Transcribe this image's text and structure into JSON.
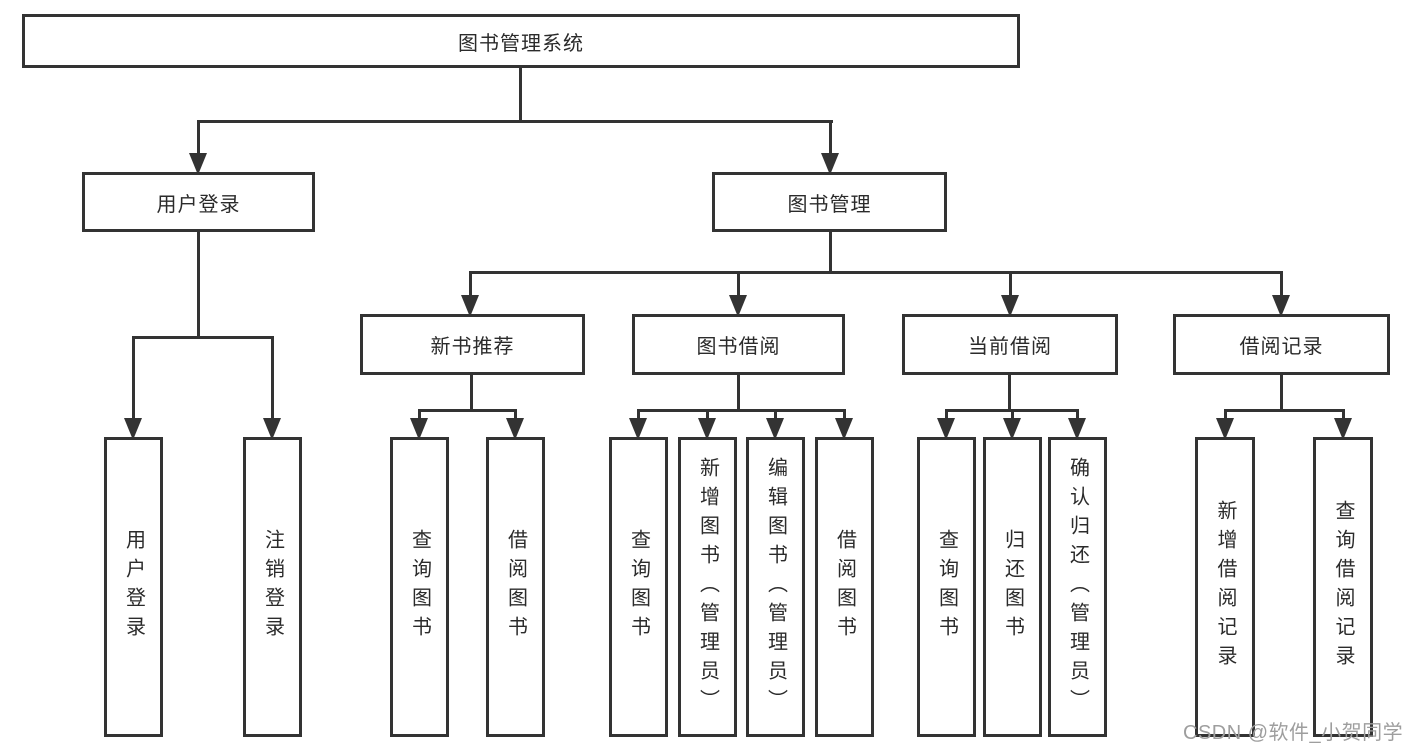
{
  "diagram": {
    "title": "图书管理系统",
    "root": {
      "label": "图书管理系统"
    },
    "level2": [
      {
        "id": "user-login",
        "label": "用户登录"
      },
      {
        "id": "book-management",
        "label": "图书管理"
      }
    ],
    "level3": [
      {
        "id": "new-book-recommend",
        "label": "新书推荐",
        "parent": "图书管理"
      },
      {
        "id": "book-borrow",
        "label": "图书借阅",
        "parent": "图书管理"
      },
      {
        "id": "current-borrow",
        "label": "当前借阅",
        "parent": "图书管理"
      },
      {
        "id": "borrow-records",
        "label": "借阅记录",
        "parent": "图书管理"
      }
    ],
    "leaves": [
      {
        "label": "用户登录",
        "parent": "用户登录"
      },
      {
        "label": "注销登录",
        "parent": "用户登录"
      },
      {
        "label": "查询图书",
        "parent": "新书推荐"
      },
      {
        "label": "借阅图书",
        "parent": "新书推荐"
      },
      {
        "label": "查询图书",
        "parent": "图书借阅"
      },
      {
        "label": "新增图书（管理员）",
        "parent": "图书借阅"
      },
      {
        "label": "编辑图书（管理员）",
        "parent": "图书借阅"
      },
      {
        "label": "借阅图书",
        "parent": "图书借阅"
      },
      {
        "label": "查询图书",
        "parent": "当前借阅"
      },
      {
        "label": "归还图书",
        "parent": "当前借阅"
      },
      {
        "label": "确认归还（管理员）",
        "parent": "当前借阅"
      },
      {
        "label": "新增借阅记录",
        "parent": "借阅记录"
      },
      {
        "label": "查询借阅记录",
        "parent": "借阅记录"
      }
    ]
  },
  "watermark": {
    "text": "CSDN @软件_小贺同学"
  },
  "colors": {
    "line": "#333333",
    "text": "#2b2b2b",
    "background": "#ffffff",
    "watermark": "#9e9e9e"
  }
}
